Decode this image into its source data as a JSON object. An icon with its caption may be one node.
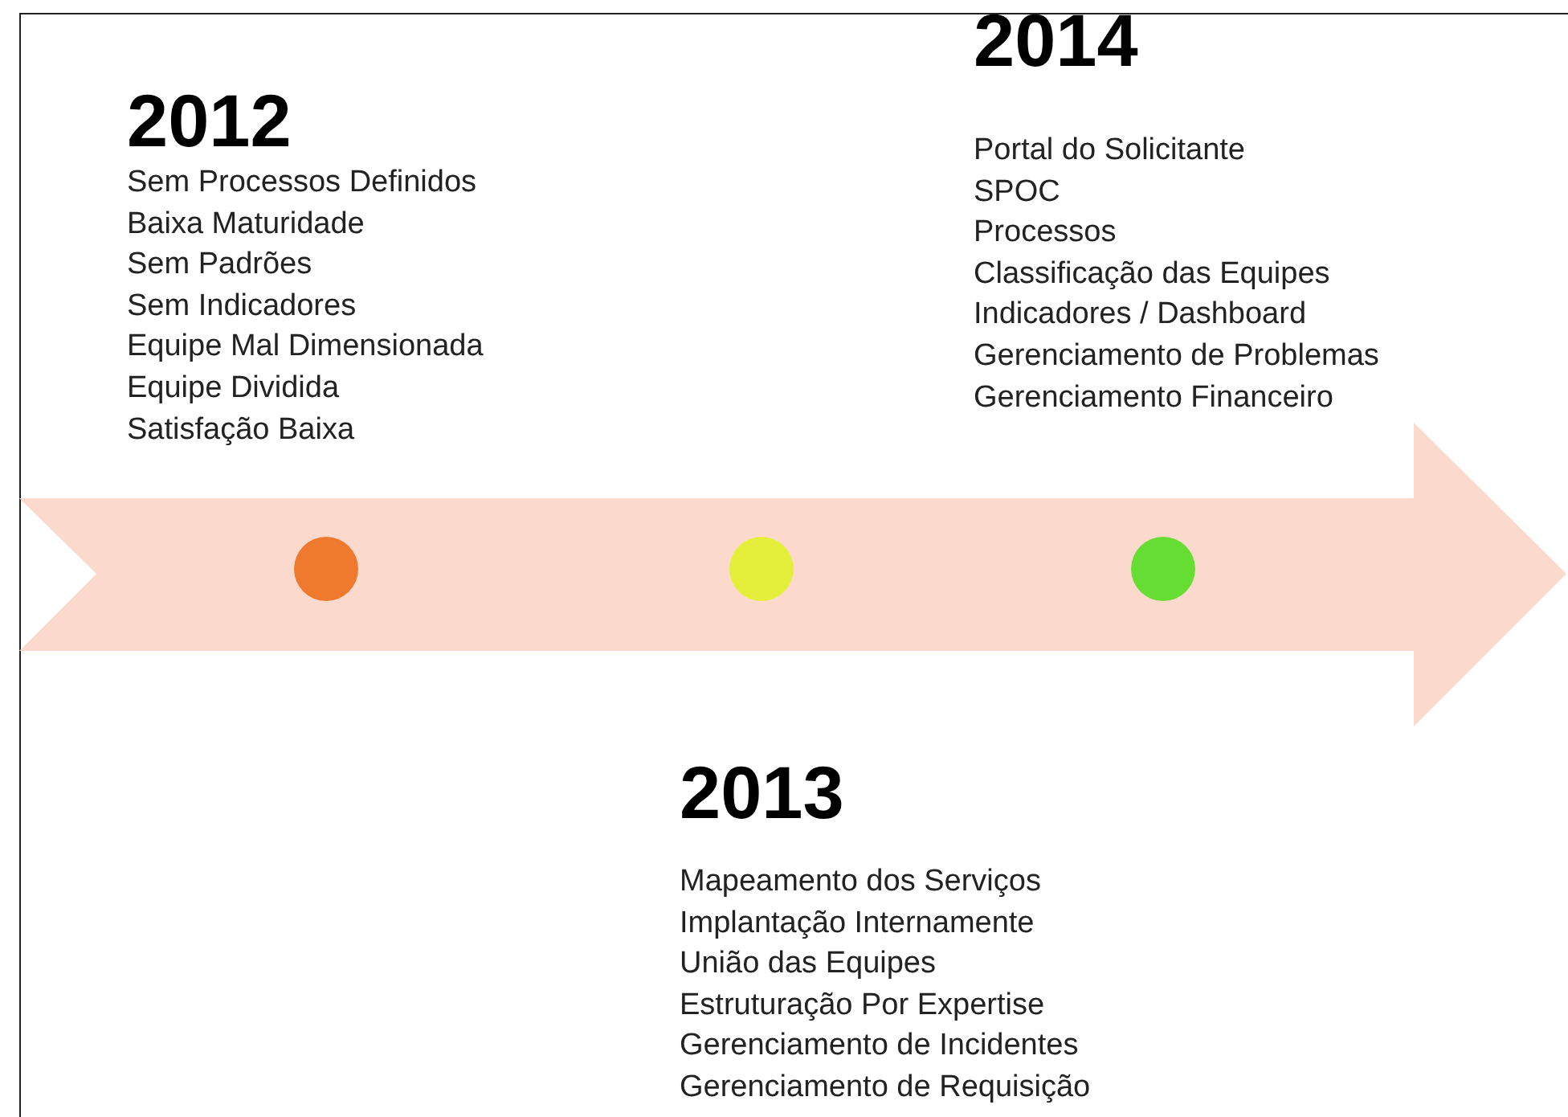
{
  "diagram": {
    "labels": [
      "2012",
      "Sem Processos Definidos",
      "Baixa Maturidade",
      "Sem Padrões",
      "Sem Indicadores",
      "Equipe Mal Dimensionada",
      "Equipe Dividida",
      "Satisfação Baixa",
      "2014",
      "Portal do Solicitante",
      "SPOC",
      "Processos",
      "Classificação das Equipes",
      "Indicadores / Dashboard",
      "Gerenciamento de Problemas",
      "Gerenciamento Financeiro",
      "2013",
      "Mapeamento dos Serviços",
      "Implantação Internamente",
      "União das Equipes",
      "Estruturação Por Expertise",
      "Gerenciamento de Incidentes",
      "Gerenciamento de Requisição"
    ]
  }
}
